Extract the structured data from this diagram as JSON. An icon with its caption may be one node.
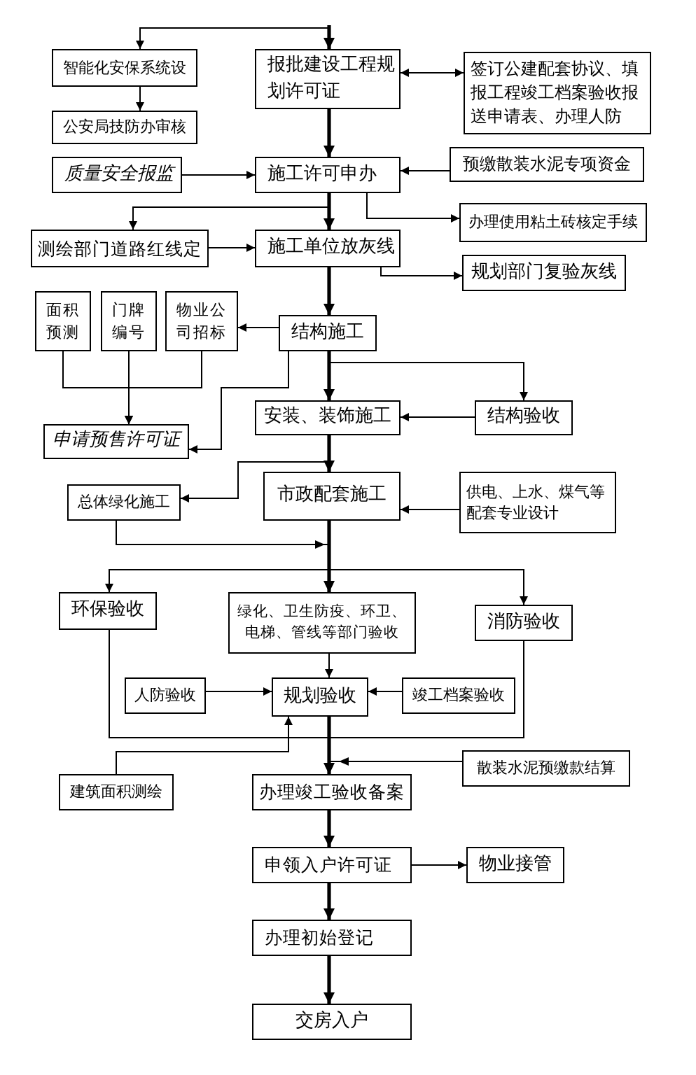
{
  "diagram": {
    "nodes": [
      {
        "text": [
          "智能化安保系统设"
        ]
      },
      {
        "text": [
          "报批建设工程规划许可证"
        ]
      },
      {
        "text": [
          "签订公建配套协议、填报工程竣工档案验收报送申请表、办理人防"
        ]
      },
      {
        "text": [
          "公安局技防办审核"
        ]
      },
      {
        "text": [
          "质量安全报监"
        ]
      },
      {
        "text": [
          "施工许可申办"
        ]
      },
      {
        "text": [
          "预缴散装水泥专项资金"
        ]
      },
      {
        "text": [
          "办理使用粘土砖核定手续"
        ]
      },
      {
        "text": [
          "测绘部门道路红线定"
        ]
      },
      {
        "text": [
          "施工单位放灰线"
        ]
      },
      {
        "text": [
          "规划部门复验灰线"
        ]
      },
      {
        "text": [
          "面积预测"
        ]
      },
      {
        "text": [
          "门牌编号"
        ]
      },
      {
        "text": [
          "物业公司招标"
        ]
      },
      {
        "text": [
          "结构施工"
        ]
      },
      {
        "text": [
          "申请预售许可证"
        ]
      },
      {
        "text": [
          "安装、装饰施工"
        ]
      },
      {
        "text": [
          "结构验收"
        ]
      },
      {
        "text": [
          "总体绿化施工"
        ]
      },
      {
        "text": [
          "市政配套施工"
        ]
      },
      {
        "text": [
          "供电、上水、煤气等配套专业设计"
        ]
      },
      {
        "text": [
          "环保验收"
        ]
      },
      {
        "text": [
          "绿化、卫生防疫、环卫、电梯、管线等部门验收"
        ]
      },
      {
        "text": [
          "消防验收"
        ]
      },
      {
        "text": [
          "人防验收"
        ]
      },
      {
        "text": [
          "规划验收"
        ]
      },
      {
        "text": [
          "竣工档案验收"
        ]
      },
      {
        "text": [
          "建筑面积测绘"
        ]
      },
      {
        "text": [
          "散装水泥预缴款结算"
        ]
      },
      {
        "text": [
          "办理竣工验收备案"
        ]
      },
      {
        "text": [
          "申领入户许可证"
        ]
      },
      {
        "text": [
          "物业接管"
        ]
      },
      {
        "text": [
          "办理初始登记"
        ]
      },
      {
        "text": [
          "交房入户"
        ]
      }
    ],
    "edges": [
      {
        "from": null,
        "to": 1,
        "arrow": "to",
        "style": "thick"
      },
      {
        "from": null,
        "to": 0,
        "arrow": "to"
      },
      {
        "from": 0,
        "to": 3,
        "arrow": "to"
      },
      {
        "from": 1,
        "to": 2,
        "arrow": "both"
      },
      {
        "from": 1,
        "to": 5,
        "arrow": "to",
        "style": "thick"
      },
      {
        "from": 4,
        "to": 5,
        "arrow": "to"
      },
      {
        "from": 6,
        "to": 5,
        "arrow": "to"
      },
      {
        "from": 5,
        "to": 8,
        "arrow": "to"
      },
      {
        "from": 5,
        "to": 7,
        "arrow": "to"
      },
      {
        "from": 5,
        "to": 9,
        "arrow": "to",
        "style": "thick"
      },
      {
        "from": 8,
        "to": 9,
        "arrow": "to"
      },
      {
        "from": 9,
        "to": 10,
        "arrow": "to"
      },
      {
        "from": 9,
        "to": 14,
        "arrow": "to",
        "style": "thick"
      },
      {
        "from": 14,
        "to": 13,
        "arrow": "to"
      },
      {
        "from": 11,
        "to": 15,
        "arrow": "to"
      },
      {
        "from": 12,
        "to": 15,
        "arrow": "to"
      },
      {
        "from": 13,
        "to": 15,
        "arrow": "to"
      },
      {
        "from": 14,
        "to": 15,
        "arrow": "to"
      },
      {
        "from": 14,
        "to": 16,
        "arrow": "to",
        "style": "thick"
      },
      {
        "from": 14,
        "to": 17,
        "arrow": "to"
      },
      {
        "from": 17,
        "to": 16,
        "arrow": "to"
      },
      {
        "from": 16,
        "to": 19,
        "arrow": "to",
        "style": "thick"
      },
      {
        "from": 16,
        "to": 18,
        "arrow": "to"
      },
      {
        "from": 18,
        "to": 22,
        "arrow": "to"
      },
      {
        "from": 20,
        "to": 19,
        "arrow": "to"
      },
      {
        "from": 19,
        "to": 22,
        "arrow": "to",
        "style": "thick"
      },
      {
        "from": 19,
        "to": 21,
        "arrow": "to"
      },
      {
        "from": 19,
        "to": 23,
        "arrow": "to"
      },
      {
        "from": 22,
        "to": 25,
        "arrow": "to"
      },
      {
        "from": 24,
        "to": 25,
        "arrow": "to"
      },
      {
        "from": 26,
        "to": 25,
        "arrow": "to"
      },
      {
        "from": 21,
        "to": 23,
        "arrow": "none"
      },
      {
        "from": 27,
        "to": 25,
        "arrow": "to"
      },
      {
        "from": 25,
        "to": 29,
        "arrow": "to",
        "style": "thick"
      },
      {
        "from": 28,
        "to": 29,
        "arrow": "to"
      },
      {
        "from": 29,
        "to": 30,
        "arrow": "to",
        "style": "thick"
      },
      {
        "from": 30,
        "to": 31,
        "arrow": "to"
      },
      {
        "from": 30,
        "to": 32,
        "arrow": "to",
        "style": "thick"
      },
      {
        "from": 32,
        "to": 33,
        "arrow": "to",
        "style": "thick"
      }
    ]
  }
}
